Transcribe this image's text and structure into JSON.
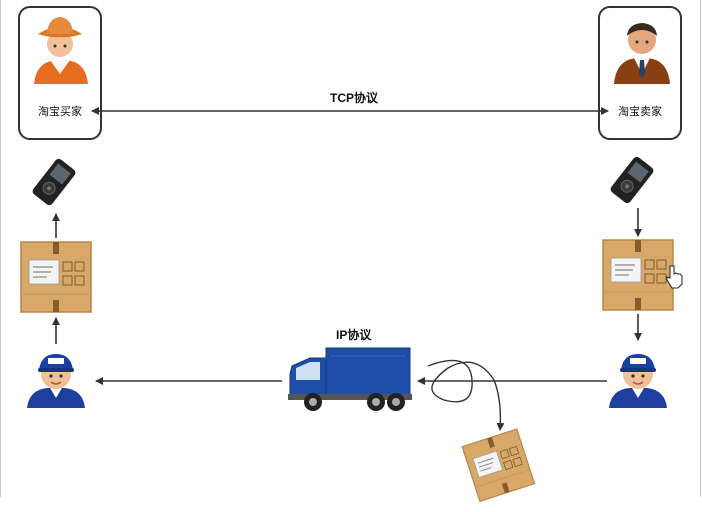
{
  "buyer": {
    "label": "淘宝买家"
  },
  "seller": {
    "label": "淘宝卖家"
  },
  "tcp": {
    "label": "TCP协议"
  },
  "ip": {
    "label": "IP协议"
  },
  "colors": {
    "arrow": "#333333",
    "box": "#d7a867",
    "box_dark": "#b9864a",
    "truck_blue": "#1f4ea6",
    "truck_dark": "#123a82",
    "courier_blue": "#1d3f9e",
    "skin": "#f2c09a"
  }
}
